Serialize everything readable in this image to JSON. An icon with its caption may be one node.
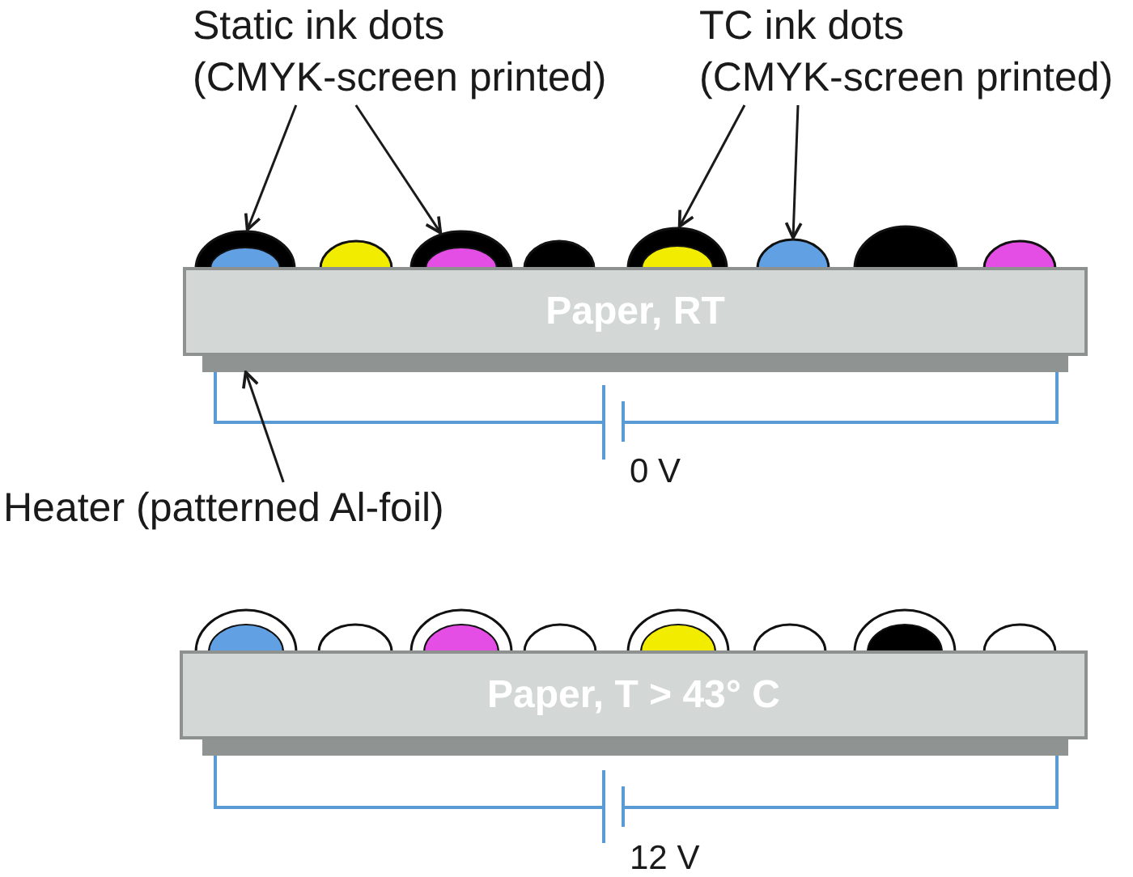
{
  "diagram": {
    "nodes": [
      {
        "text": [
          "Static ink dots (CMYK-screen printed)"
        ]
      },
      {
        "text": [
          "TC ink dots (CMYK-screen printed)"
        ]
      },
      {
        "text": [],
        "shape": "dot"
      },
      {
        "text": [],
        "shape": "dot"
      },
      {
        "text": [],
        "shape": "dot"
      },
      {
        "text": [],
        "shape": "dot"
      },
      {
        "text": [],
        "shape": "dot"
      },
      {
        "text": [],
        "shape": "dot"
      },
      {
        "text": [],
        "shape": "dot"
      },
      {
        "text": [],
        "shape": "dot"
      },
      {
        "text": [
          "Paper, RT"
        ]
      },
      {
        "text": [],
        "shape": "bar"
      },
      {
        "text": [
          "Heater (patterned Al-foil)"
        ]
      },
      {
        "text": [],
        "shape": "dot"
      },
      {
        "text": [],
        "shape": "dot"
      },
      {
        "text": [],
        "shape": "dot"
      },
      {
        "text": [],
        "shape": "dot"
      },
      {
        "text": [],
        "shape": "dot"
      },
      {
        "text": [],
        "shape": "dot"
      },
      {
        "text": [],
        "shape": "dot"
      },
      {
        "text": [],
        "shape": "dot"
      },
      {
        "text": [
          "Paper, T > 43° C"
        ]
      },
      {
        "text": [],
        "shape": "bar"
      }
    ],
    "edges": [
      {
        "from": 0,
        "to": 2,
        "arrow": "to"
      },
      {
        "from": 0,
        "to": 4,
        "arrow": "to"
      },
      {
        "from": 1,
        "to": 6,
        "arrow": "to"
      },
      {
        "from": 1,
        "to": 7,
        "arrow": "to"
      },
      {
        "from": 12,
        "to": 11,
        "arrow": "to"
      }
    ],
    "labels": [
      "0 V",
      "12 V"
    ]
  }
}
